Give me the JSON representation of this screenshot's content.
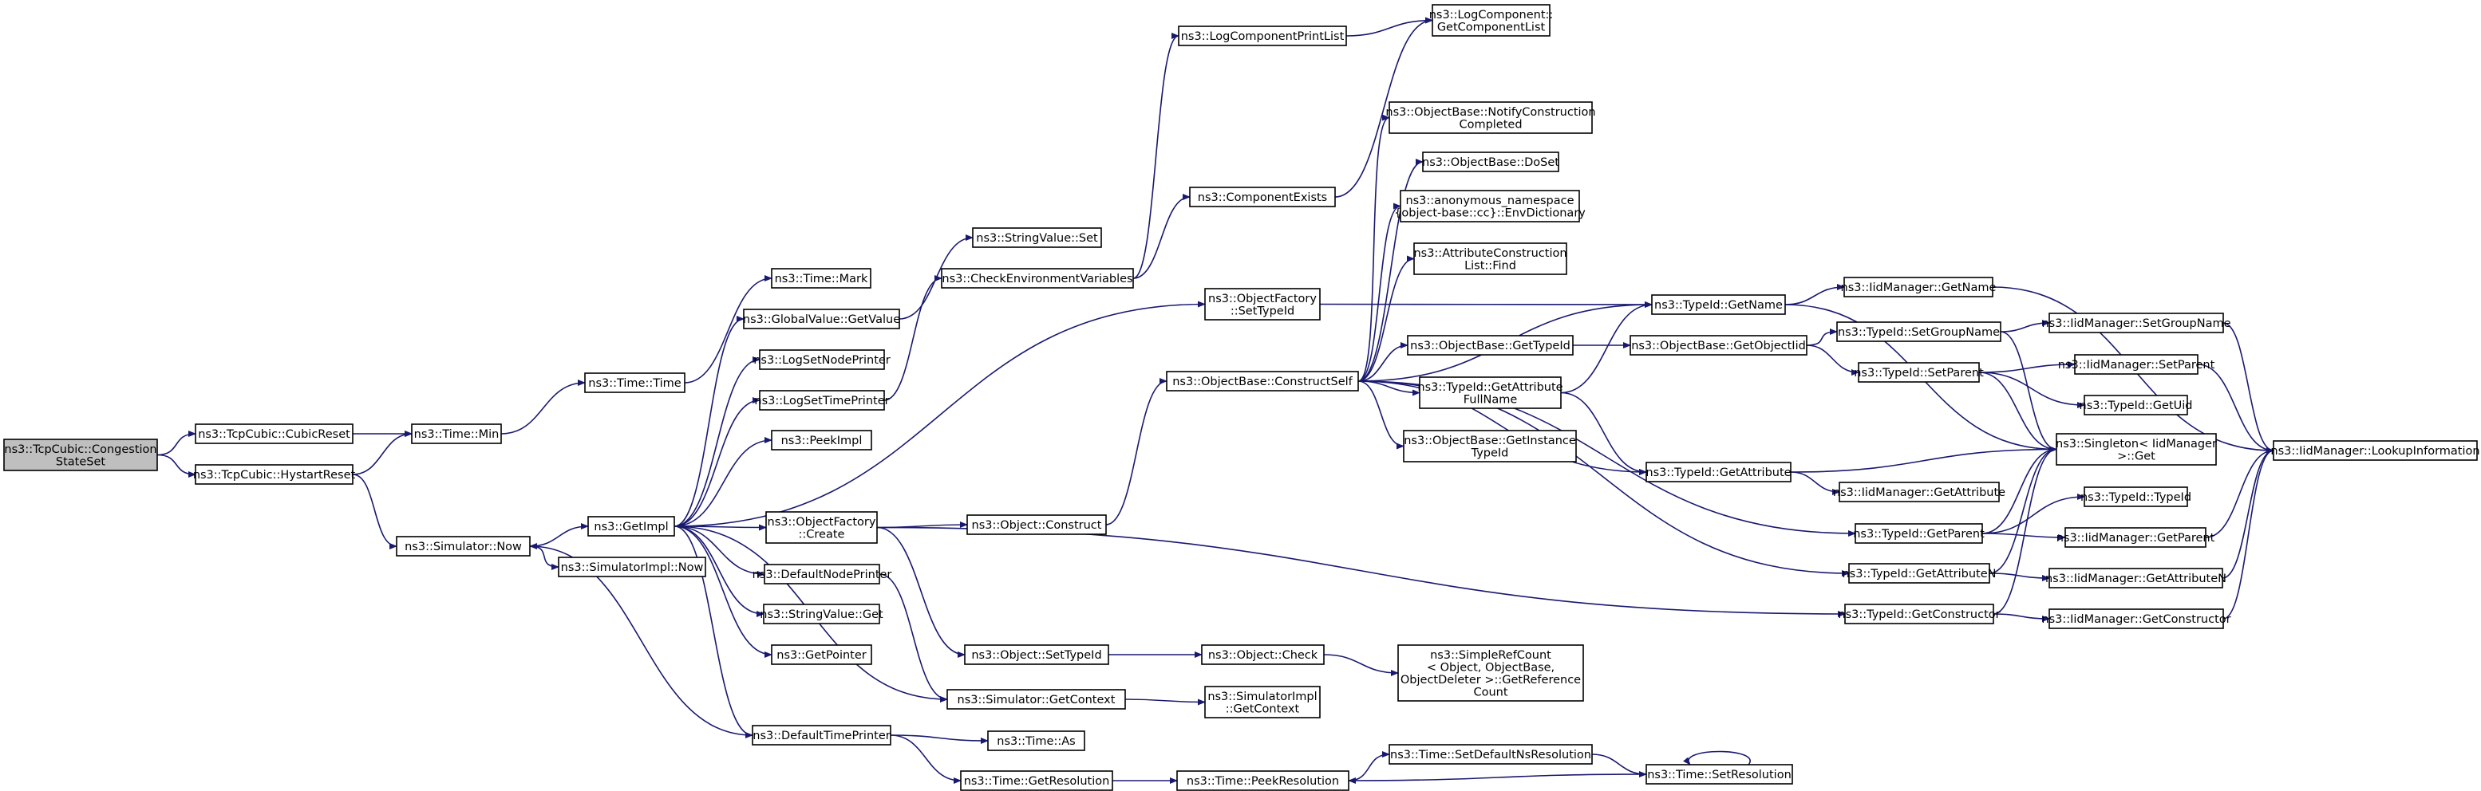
{
  "diagram": {
    "colors": {
      "edge": "#191970",
      "node_fill": "#ffffff",
      "root_fill": "#bfbfbf",
      "border": "#000000"
    },
    "nodes": {
      "congestion": [
        "ns3::TcpCubic::Congestion",
        "StateSet"
      ],
      "cubicreset": [
        "ns3::TcpCubic::CubicReset"
      ],
      "hystart": [
        "ns3::TcpCubic::HystartReset"
      ],
      "timemin": [
        "ns3::Time::Min"
      ],
      "simnow": [
        "ns3::Simulator::Now"
      ],
      "timetime": [
        "ns3::Time::Time"
      ],
      "getimpl": [
        "ns3::GetImpl"
      ],
      "simimplnow": [
        "ns3::SimulatorImpl::Now"
      ],
      "timemark": [
        "ns3::Time::Mark"
      ],
      "globalvalue": [
        "ns3::GlobalValue::GetValue"
      ],
      "logsetnode": [
        "ns3::LogSetNodePrinter"
      ],
      "logsettime": [
        "ns3::LogSetTimePrinter"
      ],
      "peekimpl": [
        "ns3::PeekImpl"
      ],
      "objfactorycreate": [
        "ns3::ObjectFactory",
        "::Create"
      ],
      "defaultnode": [
        "ns3::DefaultNodePrinter"
      ],
      "stringget": [
        "ns3::StringValue::Get"
      ],
      "getpointer": [
        "ns3::GetPointer"
      ],
      "defaulttime": [
        "ns3::DefaultTimePrinter"
      ],
      "stringset": [
        "ns3::StringValue::Set"
      ],
      "checkenv": [
        "ns3::CheckEnvironmentVariables"
      ],
      "objconstruct": [
        "ns3::Object::Construct"
      ],
      "objsettypeid": [
        "ns3::Object::SetTypeId"
      ],
      "simgetcontext": [
        "ns3::Simulator::GetContext"
      ],
      "timeas": [
        "ns3::Time::As"
      ],
      "timegetres": [
        "ns3::Time::GetResolution"
      ],
      "logcompprint": [
        "ns3::LogComponentPrintList"
      ],
      "compexists": [
        "ns3::ComponentExists"
      ],
      "objfactorysettypeid": [
        "ns3::ObjectFactory",
        "::SetTypeId"
      ],
      "constructself": [
        "ns3::ObjectBase::ConstructSelf"
      ],
      "objcheck": [
        "ns3::Object::Check"
      ],
      "simimplgetcontext": [
        "ns3::SimulatorImpl",
        "::GetContext"
      ],
      "peekres": [
        "ns3::Time::PeekResolution"
      ],
      "logcompget": [
        "ns3::LogComponent::",
        "GetComponentList"
      ],
      "notifyconstruction": [
        "ns3::ObjectBase::NotifyConstruction",
        "Completed"
      ],
      "doset": [
        "ns3::ObjectBase::DoSet"
      ],
      "envdict": [
        "ns3::anonymous_namespace",
        "{object-base::cc}::EnvDictionary"
      ],
      "attrfind": [
        "ns3::AttributeConstruction",
        "List::Find"
      ],
      "objbasegettypeid": [
        "ns3::ObjectBase::GetTypeId"
      ],
      "getattrfullname": [
        "ns3::TypeId::GetAttribute",
        "FullName"
      ],
      "getinstancetypeid": [
        "ns3::ObjectBase::GetInstance",
        "TypeId"
      ],
      "simplerefcount": [
        "ns3::SimpleRefCount",
        "< Object, ObjectBase,",
        "ObjectDeleter >::GetReference",
        "Count"
      ],
      "setdefaultns": [
        "ns3::Time::SetDefaultNsResolution"
      ],
      "typeidgetname": [
        "ns3::TypeId::GetName"
      ],
      "getobjectiid": [
        "ns3::ObjectBase::GetObjectIid"
      ],
      "typeidgetattr": [
        "ns3::TypeId::GetAttribute"
      ],
      "setresolution": [
        "ns3::Time::SetResolution"
      ],
      "iidgetname": [
        "ns3::IidManager::GetName"
      ],
      "setgroupname": [
        "ns3::TypeId::SetGroupName"
      ],
      "typeidsetparent": [
        "ns3::TypeId::SetParent"
      ],
      "iidgetattr": [
        "ns3::IidManager::GetAttribute"
      ],
      "typeidgetparent": [
        "ns3::TypeId::GetParent"
      ],
      "getattrn": [
        "ns3::TypeId::GetAttributeN"
      ],
      "getconstructor": [
        "ns3::TypeId::GetConstructor"
      ],
      "iidsetgroupname": [
        "ns3::IidManager::SetGroupName"
      ],
      "iidsetparent": [
        "ns3::IidManager::SetParent"
      ],
      "getuid": [
        "ns3::TypeId::GetUid"
      ],
      "singleton": [
        "ns3::Singleton< IidManager",
        " >::Get"
      ],
      "typeidtypeid": [
        "ns3::TypeId::TypeId"
      ],
      "iidgetparent": [
        "ns3::IidManager::GetParent"
      ],
      "iidgetattrn": [
        "ns3::IidManager::GetAttributeN"
      ],
      "iidgetconstructor": [
        "ns3::IidManager::GetConstructor"
      ],
      "lookup": [
        "ns3::IidManager::LookupInformation"
      ]
    }
  }
}
